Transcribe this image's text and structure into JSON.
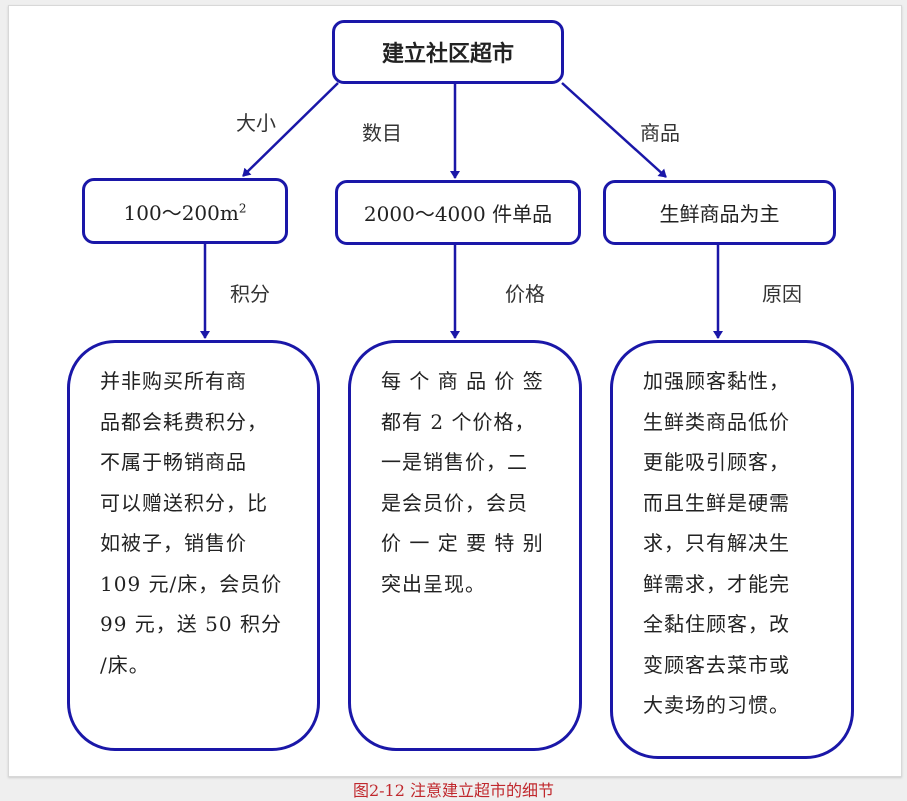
{
  "root": "建立社区超市",
  "edges_top": [
    "大小",
    "数目",
    "商品"
  ],
  "level2": {
    "size_prefix": "100～200m",
    "size_sup": "2",
    "count": "2000～4000 件单品",
    "goods": "生鲜商品为主"
  },
  "edges_mid": [
    "积分",
    "价格",
    "原因"
  ],
  "level3": {
    "points": [
      "并非购买所有商",
      "品都会耗费积分，",
      "不属于畅销商品",
      "可以赠送积分，比",
      "如被子，销售价",
      "109 元/床，会员价",
      "99 元，送 50 积分",
      "/床。"
    ],
    "price": [
      "每 个 商 品 价 签",
      "都有 2 个价格，",
      "一是销售价，二",
      "是会员价，会员",
      "价 一 定 要 特 别",
      "突出呈现。"
    ],
    "reason": [
      "加强顾客黏性，",
      "生鲜类商品低价",
      "更能吸引顾客，",
      "而且生鲜是硬需",
      "求，只有解决生",
      "鲜需求，才能完",
      "全黏住顾客，改",
      "变顾客去菜市或",
      "大卖场的习惯。"
    ]
  },
  "caption": "图2-12 注意建立超市的细节",
  "colors": {
    "stroke": "#1a17a8",
    "caption": "#c0282d"
  }
}
